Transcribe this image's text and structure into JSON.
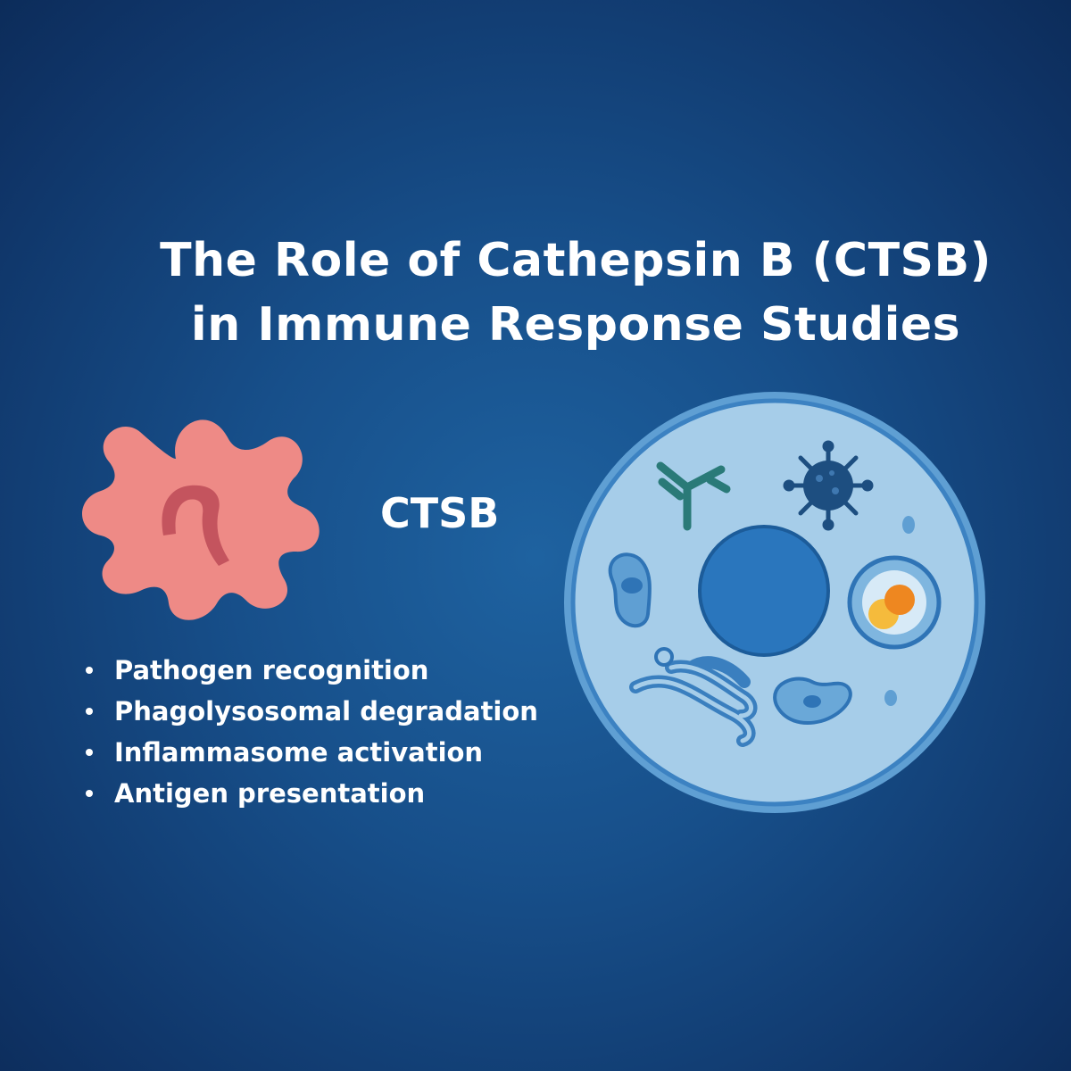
{
  "title": {
    "line1": "The Role of Cathepsin B (CTSB)",
    "line2": "in Immune Response Studies"
  },
  "center_label": "CTSB",
  "bullets": [
    "Pathogen recognition",
    "Phagolysosomal degradation",
    "Inflammasome activation",
    "Antigen presentation"
  ],
  "colors": {
    "background": "#174f8a",
    "macrophage": "#ee8a86",
    "macrophage_inner": "#c4545e",
    "cell_fill": "#a6cde9",
    "cell_border": "#3c82c2",
    "nucleus": "#2a76bd",
    "antibody": "#2a7a78",
    "virus": "#1d4e80",
    "particle_orange": "#ee8720",
    "particle_yellow": "#f5bb3c"
  },
  "icons": [
    "macrophage-icon",
    "cell-icon",
    "antibody-icon",
    "virus-icon",
    "nucleus-icon",
    "lysosome-icon",
    "mitochondrion-icon",
    "golgi-icon",
    "vesicle-icon"
  ]
}
